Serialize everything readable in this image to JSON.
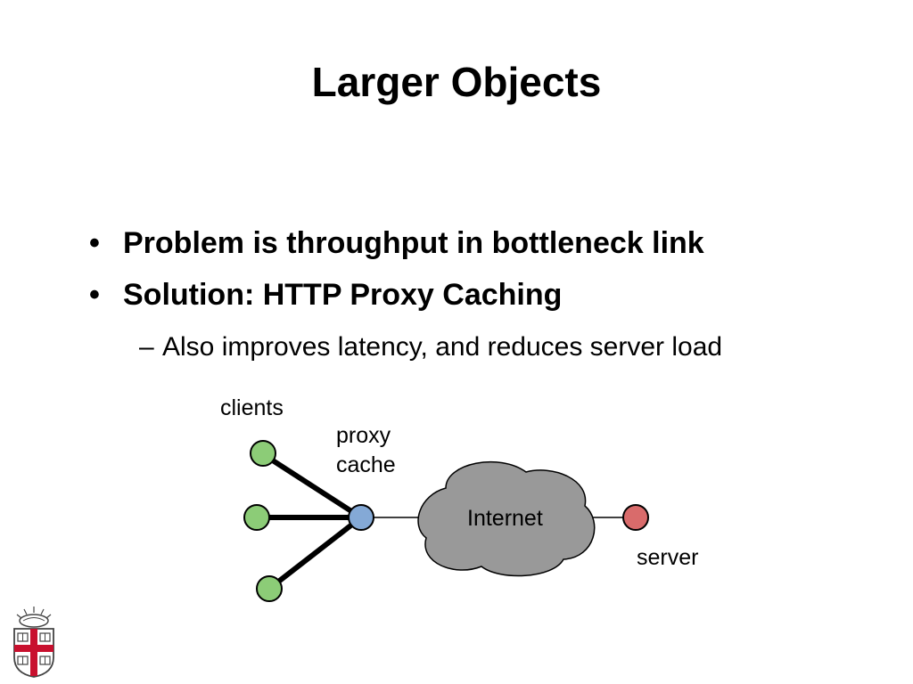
{
  "slide": {
    "title": "Larger Objects",
    "bullets": [
      {
        "marker": "•",
        "text": "Problem is throughput in bottleneck link"
      },
      {
        "marker": "•",
        "text": "Solution: HTTP Proxy Caching"
      }
    ],
    "sub_bullets": [
      {
        "marker": "–",
        "text": "Also improves latency, and reduces server load"
      }
    ]
  },
  "diagram": {
    "labels": {
      "clients": "clients",
      "proxy_line1": "proxy",
      "proxy_line2": "cache",
      "internet": "Internet",
      "server": "server"
    },
    "colors": {
      "client_node": "#8ccc77",
      "proxy_node": "#84a9d6",
      "server_node": "#d96b6b",
      "cloud": "#999999"
    }
  },
  "logo": {
    "icon": "university-shield-icon"
  }
}
